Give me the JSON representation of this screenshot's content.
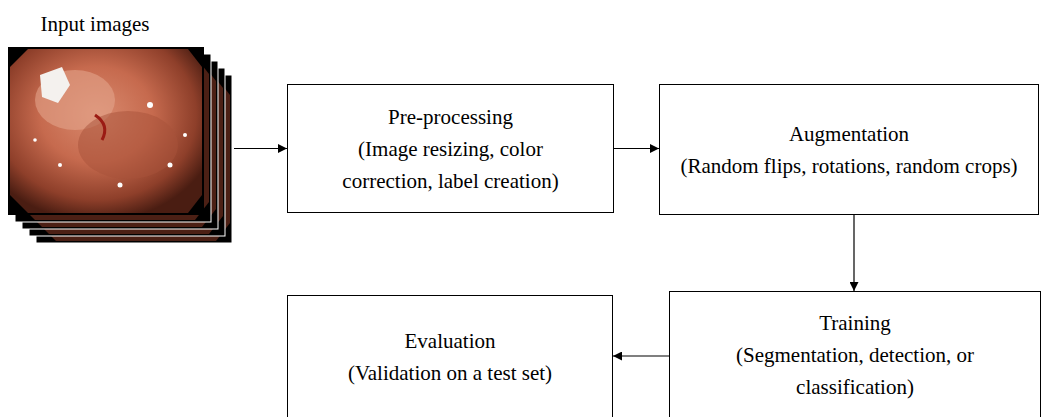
{
  "diagram": {
    "nodes": [
      {
        "text": [
          "Input images"
        ]
      },
      {
        "text": [
          "Pre-processing",
          "(Image resizing, color correction, label creation)"
        ]
      },
      {
        "text": [
          "Augmentation",
          "(Random flips, rotations, random crops)"
        ]
      },
      {
        "text": [
          "Evaluation",
          "(Validation on a test set)"
        ]
      },
      {
        "text": [
          "Training",
          "(Segmentation, detection, or classification)"
        ]
      }
    ],
    "edges": [
      {
        "from": 0,
        "to": 1,
        "arrow": "to"
      },
      {
        "from": 1,
        "to": 2,
        "arrow": "to"
      },
      {
        "from": 2,
        "to": 4,
        "arrow": "to"
      },
      {
        "from": 4,
        "to": 3,
        "arrow": "to"
      }
    ]
  }
}
